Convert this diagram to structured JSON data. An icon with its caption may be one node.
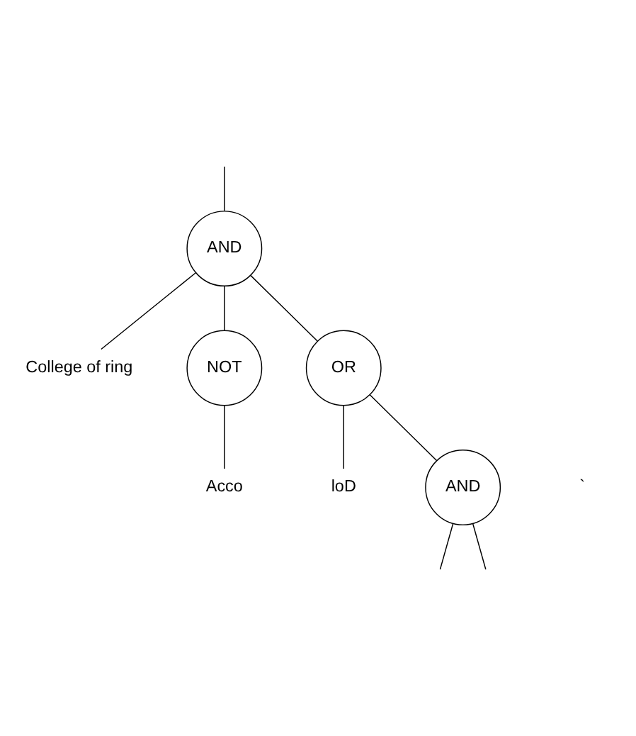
{
  "diagram": {
    "nodes": [
      {
        "text": [
          "AND"
        ]
      },
      {
        "text": [
          "College of ring"
        ]
      },
      {
        "text": [
          "NOT"
        ]
      },
      {
        "text": [
          "Acco"
        ]
      },
      {
        "text": [
          "OR"
        ]
      },
      {
        "text": [
          "loD"
        ]
      },
      {
        "text": [
          "AND"
        ]
      }
    ],
    "edges": [
      {
        "from": null,
        "to": 0,
        "arrow": "none"
      },
      {
        "from": 0,
        "to": 1,
        "arrow": "none"
      },
      {
        "from": 0,
        "to": 4,
        "arrow": "none"
      },
      {
        "from": 0,
        "to": 2,
        "arrow": "none"
      },
      {
        "from": 2,
        "to": 3,
        "arrow": "none"
      },
      {
        "from": 4,
        "to": 5,
        "arrow": "none"
      },
      {
        "from": 4,
        "to": 6,
        "arrow": "none"
      },
      {
        "from": 6,
        "to": null,
        "arrow": "none"
      },
      {
        "from": 6,
        "to": null,
        "arrow": "none"
      }
    ],
    "labels": [
      "`"
    ]
  }
}
